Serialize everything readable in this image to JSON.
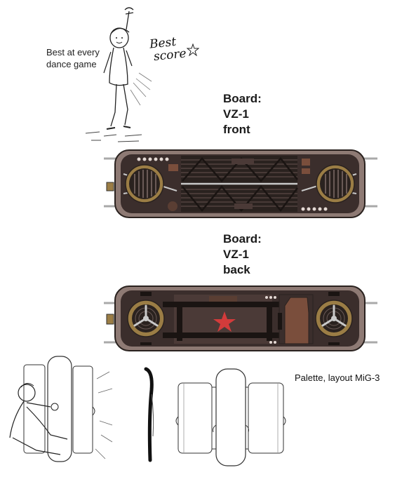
{
  "sketch": {
    "caption_line1": "Best at every",
    "caption_line2": "dance game",
    "hand_line1": "Best",
    "hand_line2": "score"
  },
  "front": {
    "title_line1": "Board:",
    "title_line2": "VZ-1",
    "title_line3": "front"
  },
  "back": {
    "title_line1": "Board:",
    "title_line2": "VZ-1",
    "title_line3": "back"
  },
  "palette": {
    "caption": "Palette, layout MiG-3"
  },
  "colors": {
    "frame": "#8e7a74",
    "body": "#3b2e2c",
    "panel": "#4b3a37",
    "grille": "#2a221f",
    "brass": "#9b7d45",
    "star": "#d33b3b",
    "steel": "#a9a9a9"
  }
}
